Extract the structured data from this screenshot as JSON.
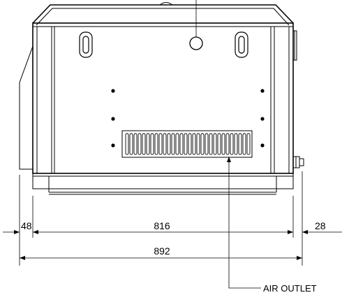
{
  "dimensions": {
    "left_gap": "48",
    "inner_width": "816",
    "right_gap": "28",
    "overall_width": "892"
  },
  "callouts": {
    "air_outlet": "AIR OUTLET"
  },
  "colors": {
    "line": "#000000",
    "background": "#ffffff"
  }
}
